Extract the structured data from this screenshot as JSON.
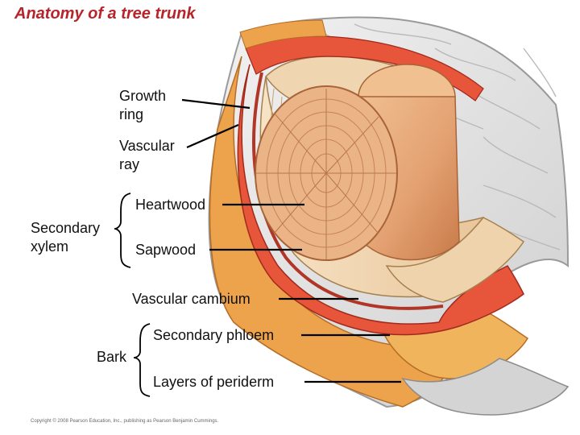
{
  "title": "Anatomy of a tree trunk",
  "labels": {
    "growth_ring": [
      "Growth",
      "ring"
    ],
    "vascular_ray": [
      "Vascular",
      "ray"
    ],
    "heartwood": "Heartwood",
    "secondary_xylem": [
      "Secondary",
      "xylem"
    ],
    "sapwood": "Sapwood",
    "vascular_cambium": "Vascular cambium",
    "secondary_phloem": "Secondary phloem",
    "bark": "Bark",
    "layers_of_periderm": "Layers of periderm"
  },
  "copyright": "Copyright © 2008 Pearson Education, Inc., publishing as Pearson Benjamin Cummings.",
  "colors": {
    "title": "#b8242a",
    "bark_outer": "#e6e6e6",
    "periderm": "#eda24c",
    "phloem": "#e7553a",
    "cambium": "#b13628",
    "sapwood": "#f3d6b0",
    "heartwood": "#e4a272",
    "leader": "#000000"
  }
}
